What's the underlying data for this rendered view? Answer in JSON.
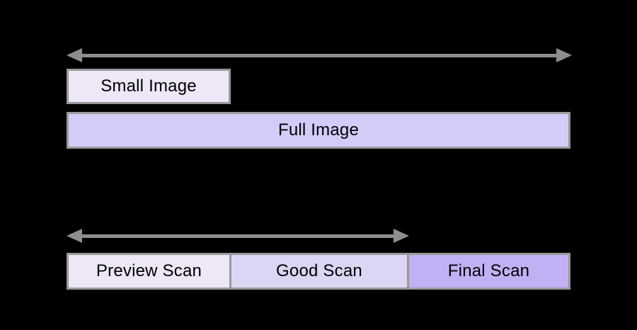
{
  "diagram": {
    "title": "scan-size-comparison-diagram",
    "colors": {
      "background": "#000000",
      "arrow": "#8e8e8e",
      "box_border": "#999999",
      "text": "#000000",
      "small_image_fill": "#EDE7F8",
      "full_image_fill": "#D4CCF8",
      "preview_scan_fill": "#EDE7F8",
      "good_scan_fill": "#DCD5F4",
      "final_scan_fill": "#C2B0F4"
    },
    "top": {
      "arrow": {
        "name": "full-width-extent-arrow",
        "direction": "double-headed"
      },
      "boxes": [
        {
          "label": "Small Image",
          "fill": "diagram.colors.small_image_fill"
        },
        {
          "label": "Full Image",
          "fill": "diagram.colors.full_image_fill"
        }
      ]
    },
    "bottom": {
      "arrow": {
        "name": "preview-good-extent-arrow",
        "direction": "double-headed"
      },
      "segments": [
        {
          "label": "Preview Scan",
          "fill": "diagram.colors.preview_scan_fill"
        },
        {
          "label": "Good Scan",
          "fill": "diagram.colors.good_scan_fill"
        },
        {
          "label": "Final Scan",
          "fill": "diagram.colors.final_scan_fill"
        }
      ]
    }
  }
}
